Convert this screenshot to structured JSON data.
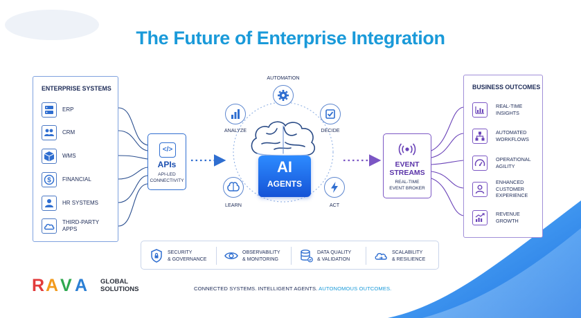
{
  "title": "The Future of Enterprise Integration",
  "enterprise_systems": {
    "heading": "ENTERPRISE SYSTEMS",
    "items": [
      {
        "label": "ERP",
        "icon": "server-icon"
      },
      {
        "label": "CRM",
        "icon": "users-icon"
      },
      {
        "label": "WMS",
        "icon": "box-icon"
      },
      {
        "label": "FINANCIAL",
        "icon": "dollar-icon"
      },
      {
        "label": "HR SYSTEMS",
        "icon": "person-icon"
      },
      {
        "label": "THIRD-PARTY",
        "label2": "APPS",
        "icon": "cloud-icon"
      }
    ]
  },
  "apis": {
    "icon": "code-icon",
    "icon_glyph": "</>",
    "title": "APIs",
    "sub1": "API-LED",
    "sub2": "CONNECTIVITY"
  },
  "ai": {
    "main": "AI",
    "sub": "AGENTS",
    "cycle": [
      {
        "label": "AUTOMATION",
        "icon": "gear-icon"
      },
      {
        "label": "DECIDE",
        "icon": "checkbox-icon"
      },
      {
        "label": "ACT",
        "icon": "lightning-icon"
      },
      {
        "label": "LEARN",
        "icon": "brain-icon"
      },
      {
        "label": "ANALYZE",
        "icon": "bar-chart-icon"
      }
    ]
  },
  "event_streams": {
    "icon": "broadcast-icon",
    "title1": "EVENT",
    "title2": "STREAMS",
    "sub1": "REAL-TIME",
    "sub2": "EVENT BROKER"
  },
  "business_outcomes": {
    "heading": "BUSINESS OUTCOMES",
    "items": [
      {
        "line1": "REAL-TIME",
        "line2": "INSIGHTS",
        "line3": "",
        "icon": "line-chart-icon"
      },
      {
        "line1": "AUTOMATED",
        "line2": "WORKFLOWS",
        "line3": "",
        "icon": "workflow-icon"
      },
      {
        "line1": "OPERATIONAL",
        "line2": "AGILITY",
        "line3": "",
        "icon": "gauge-icon"
      },
      {
        "line1": "ENHANCED",
        "line2": "CUSTOMER",
        "line3": "EXPERIENCE",
        "icon": "person-icon"
      },
      {
        "line1": "REVENUE",
        "line2": "GROWTH",
        "line3": "",
        "icon": "growth-chart-icon"
      }
    ]
  },
  "capabilities": [
    {
      "line1": "SECURITY",
      "line2": "& GOVERNANCE",
      "icon": "shield-lock-icon"
    },
    {
      "line1": "OBSERVABILITY",
      "line2": "& MONITORING",
      "icon": "eye-icon"
    },
    {
      "line1": "DATA QUALITY",
      "line2": "& VALIDATION",
      "icon": "database-check-icon"
    },
    {
      "line1": "SCALABILITY",
      "line2": "& RESILIENCE",
      "icon": "cloud-arrows-icon"
    }
  ],
  "logo": {
    "letters": [
      "R",
      "A",
      "V",
      "A"
    ],
    "colors": [
      "#e23b3b",
      "#f29a1c",
      "#2fa84f",
      "#2b7fd4"
    ],
    "line1": "GLOBAL",
    "line2": "SOLUTIONS"
  },
  "tagline": {
    "part1": "CONNECTED SYSTEMS. INTELLIGENT AGENTS. ",
    "part2": "AUTONOMOUS OUTCOMES."
  },
  "colors": {
    "title": "#1a9ad9",
    "ai_blue": "#1e6fe8",
    "event_purple": "#6a43b8",
    "navy": "#1d2b57"
  }
}
